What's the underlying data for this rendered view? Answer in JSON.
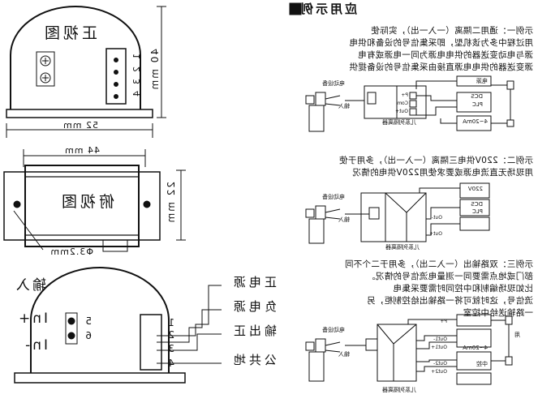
{
  "application": {
    "title": "应用示例",
    "ex1": {
      "lines": [
        "示例一：通用二隔离（一入一出），实际使",
        "用过程中多为该机型，即采集信号的设备和供电",
        "源与电动变送器的供电电源为同一电源或有电",
        "源变送器的供电电源直接由采集信号的设备提供"
      ],
      "device_power": "电源",
      "dcs": "DCS",
      "plc": "PLC",
      "current": "4~20mA",
      "terminals": [
        "P+",
        "Com",
        "Out+"
      ],
      "field_device": "电动设备",
      "input": "输入",
      "isolator": "儿系列隔离器"
    },
    "ex2": {
      "lines": [
        "示例二：220V供电三隔离（一入一出），多用于使",
        "用现场无直流电源或要求使用220V供电的情况"
      ],
      "mains": "220V",
      "dcs": "DCS",
      "plc": "PLC",
      "field_device": "电动设备",
      "input": "输入",
      "terminals": [
        "Out-",
        "Out+"
      ],
      "isolator": "儿系列隔离器"
    },
    "ex3": {
      "lines": [
        "示例三：双路输出（一入二出），多用于二个不同",
        "部门或地点需要同一测量电流信号的情况。",
        "比如现场编制和中控同时需要采集电",
        "流信号，这时就可将一路输出给控制柜，另",
        "一路输送给中控室"
      ],
      "usage": "用",
      "control_room": "中控",
      "current": "4~20mA",
      "terminals": [
        "P+",
        "Out1-",
        "Out1+",
        "Out2-",
        "Out2+"
      ],
      "field_device": "电动设备",
      "input": "输入",
      "isolator": "儿系列隔离器"
    }
  },
  "enclosure": {
    "front_label": "正视图",
    "top_label": "俯视图",
    "height": "40 mm",
    "width": "52 mm",
    "inner_width": "44 mm",
    "depth": "22 mm",
    "hole": "Φ3.2mm",
    "pins": [
      "1",
      "2",
      "3",
      "4"
    ]
  },
  "pinout": {
    "title": "输入",
    "labels": [
      "正电源",
      "负电源",
      "输出正",
      "公共地"
    ],
    "pins": [
      "1",
      "2",
      "3",
      "4"
    ],
    "in_plus": "In+",
    "in_minus": "In-",
    "input_pins": [
      "5",
      "6"
    ]
  }
}
